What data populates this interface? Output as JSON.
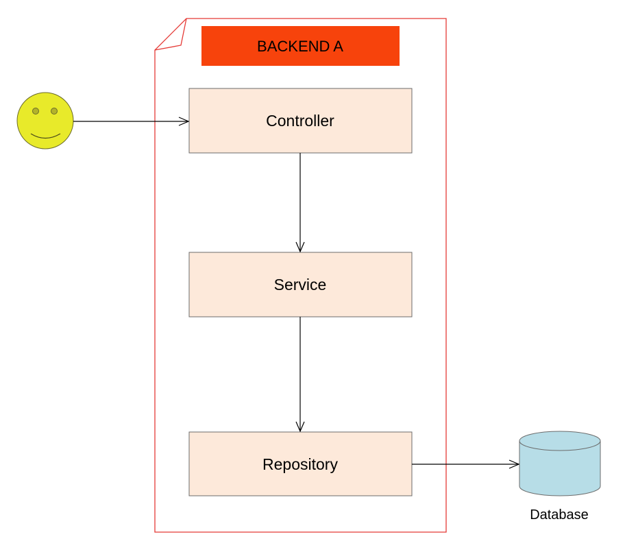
{
  "header": {
    "label": "BACKEND A"
  },
  "layers": {
    "controller": "Controller",
    "service": "Service",
    "repository": "Repository"
  },
  "database": {
    "label": "Database"
  },
  "actor": {
    "icon": "smiley-icon"
  },
  "colors": {
    "container_border": "#e53935",
    "header_fill": "#f7430c",
    "layer_fill": "#fde9da",
    "layer_border": "#6b6b6b",
    "database_fill": "#b7dde7",
    "smiley_fill": "#e8ea2a"
  }
}
